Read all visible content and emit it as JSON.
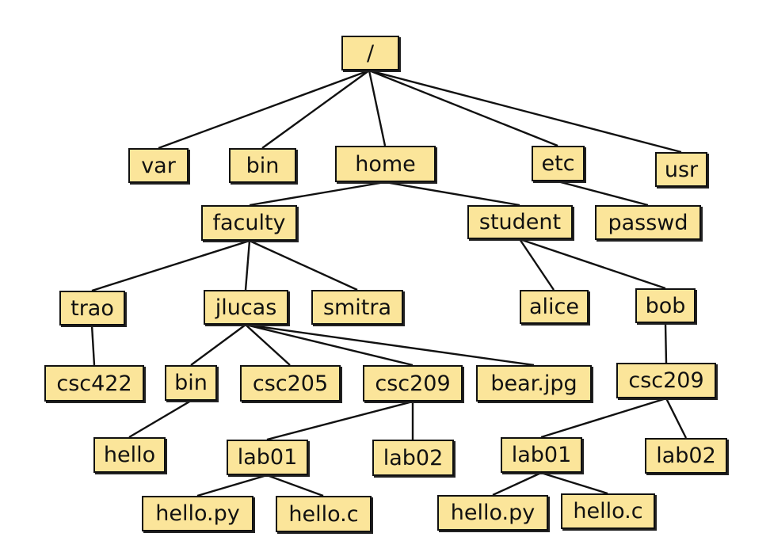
{
  "diagram": {
    "colors": {
      "box_fill": "#fbe59a",
      "box_border": "#111111",
      "edge": "#111111"
    },
    "nodes": {
      "root": "/",
      "var": "var",
      "bin": "bin",
      "home": "home",
      "etc": "etc",
      "usr": "usr",
      "faculty": "faculty",
      "student": "student",
      "passwd": "passwd",
      "trao": "trao",
      "jlucas": "jlucas",
      "smitra": "smitra",
      "alice": "alice",
      "bob": "bob",
      "csc422": "csc422",
      "jl_bin": "bin",
      "csc205": "csc205",
      "jl_csc209": "csc209",
      "bear": "bear.jpg",
      "bob_csc209": "csc209",
      "hello": "hello",
      "jl_lab01": "lab01",
      "jl_lab02": "lab02",
      "bob_lab01": "lab01",
      "bob_lab02": "lab02",
      "jl_hello_py": "hello.py",
      "jl_hello_c": "hello.c",
      "bob_hello_py": "hello.py",
      "bob_hello_c": "hello.c"
    },
    "edges": [
      [
        "root",
        "var"
      ],
      [
        "root",
        "bin"
      ],
      [
        "root",
        "home"
      ],
      [
        "root",
        "etc"
      ],
      [
        "root",
        "usr"
      ],
      [
        "home",
        "faculty"
      ],
      [
        "home",
        "student"
      ],
      [
        "etc",
        "passwd"
      ],
      [
        "faculty",
        "trao"
      ],
      [
        "faculty",
        "jlucas"
      ],
      [
        "faculty",
        "smitra"
      ],
      [
        "student",
        "alice"
      ],
      [
        "student",
        "bob"
      ],
      [
        "trao",
        "csc422"
      ],
      [
        "jlucas",
        "jl_bin"
      ],
      [
        "jlucas",
        "csc205"
      ],
      [
        "jlucas",
        "jl_csc209"
      ],
      [
        "jlucas",
        "bear"
      ],
      [
        "bob",
        "bob_csc209"
      ],
      [
        "jl_bin",
        "hello"
      ],
      [
        "jl_csc209",
        "jl_lab01"
      ],
      [
        "jl_csc209",
        "jl_lab02"
      ],
      [
        "bob_csc209",
        "bob_lab01"
      ],
      [
        "bob_csc209",
        "bob_lab02"
      ],
      [
        "jl_lab01",
        "jl_hello_py"
      ],
      [
        "jl_lab01",
        "jl_hello_c"
      ],
      [
        "bob_lab01",
        "bob_hello_py"
      ],
      [
        "bob_lab01",
        "bob_hello_c"
      ]
    ]
  }
}
